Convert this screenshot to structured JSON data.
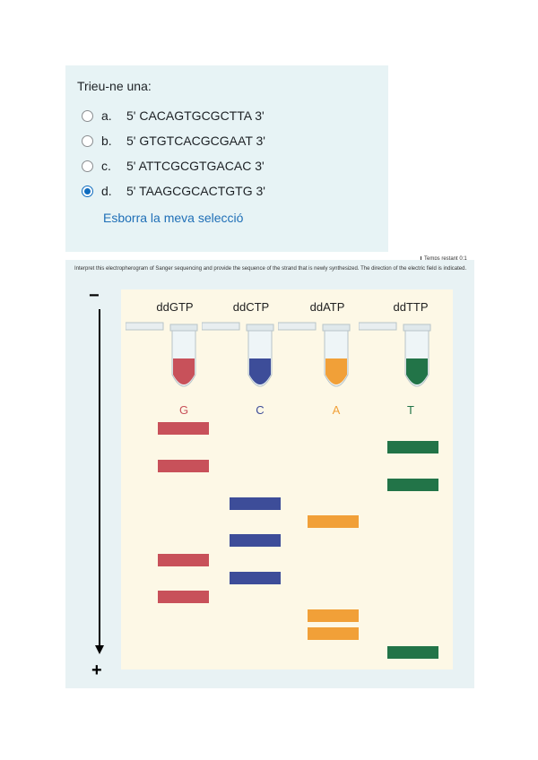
{
  "quiz": {
    "prompt": "Trieu-ne una:",
    "options": [
      {
        "letter": "a.",
        "text": "5' CACAGTGCGCTTA 3'",
        "selected": false
      },
      {
        "letter": "b.",
        "text": "5' GTGTCACGCGAAT 3'",
        "selected": false
      },
      {
        "letter": "c.",
        "text": "5' ATTCGCGTGACAC 3'",
        "selected": false
      },
      {
        "letter": "d.",
        "text": "5' TAAGCGCACTGTG 3'",
        "selected": true
      }
    ],
    "clear_label": "Esborra la meva selecció"
  },
  "figure": {
    "corner_label": "Temps restant 0:1",
    "question": "Interpret this electropherogram of Sanger sequencing and provide the sequence of the strand that is newly synthesized. The direction of the electric field is indicated.",
    "pole_top": "−",
    "pole_bottom": "+",
    "lanes": [
      {
        "title": "ddGTP",
        "base": "G",
        "color": "#c8515a"
      },
      {
        "title": "ddCTP",
        "base": "C",
        "color": "#3d4d99"
      },
      {
        "title": "ddATP",
        "base": "A",
        "color": "#f1a038"
      },
      {
        "title": "ddTTP",
        "base": "T",
        "color": "#227448"
      }
    ],
    "bands_top_to_bottom": [
      "G",
      "T",
      "G",
      "T",
      "C",
      "A",
      "C",
      "G",
      "C",
      "G",
      "A",
      "A",
      "T"
    ]
  }
}
